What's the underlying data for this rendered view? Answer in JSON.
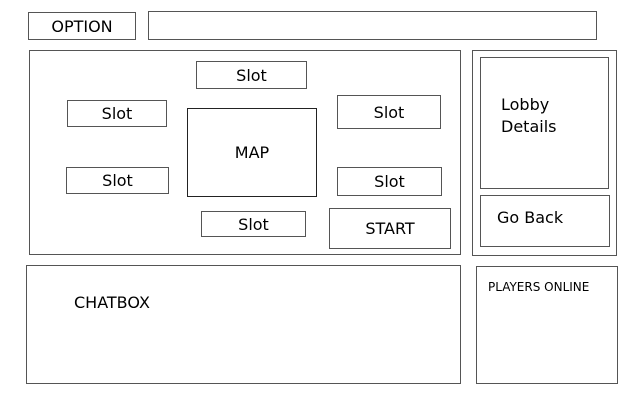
{
  "header": {
    "option_label": "OPTION",
    "name_field_value": ""
  },
  "lobby": {
    "map_label": "MAP",
    "slots": [
      "Slot",
      "Slot",
      "Slot",
      "Slot",
      "Slot",
      "Slot"
    ],
    "start_label": "START"
  },
  "side_panel": {
    "lobby_details_label": "Lobby\nDetails",
    "go_back_label": "Go Back"
  },
  "chat": {
    "label": "CHATBOX"
  },
  "players": {
    "label": "PLAYERS ONLINE"
  },
  "colors": {
    "border": "#555555",
    "background": "#ffffff",
    "text": "#000000"
  }
}
